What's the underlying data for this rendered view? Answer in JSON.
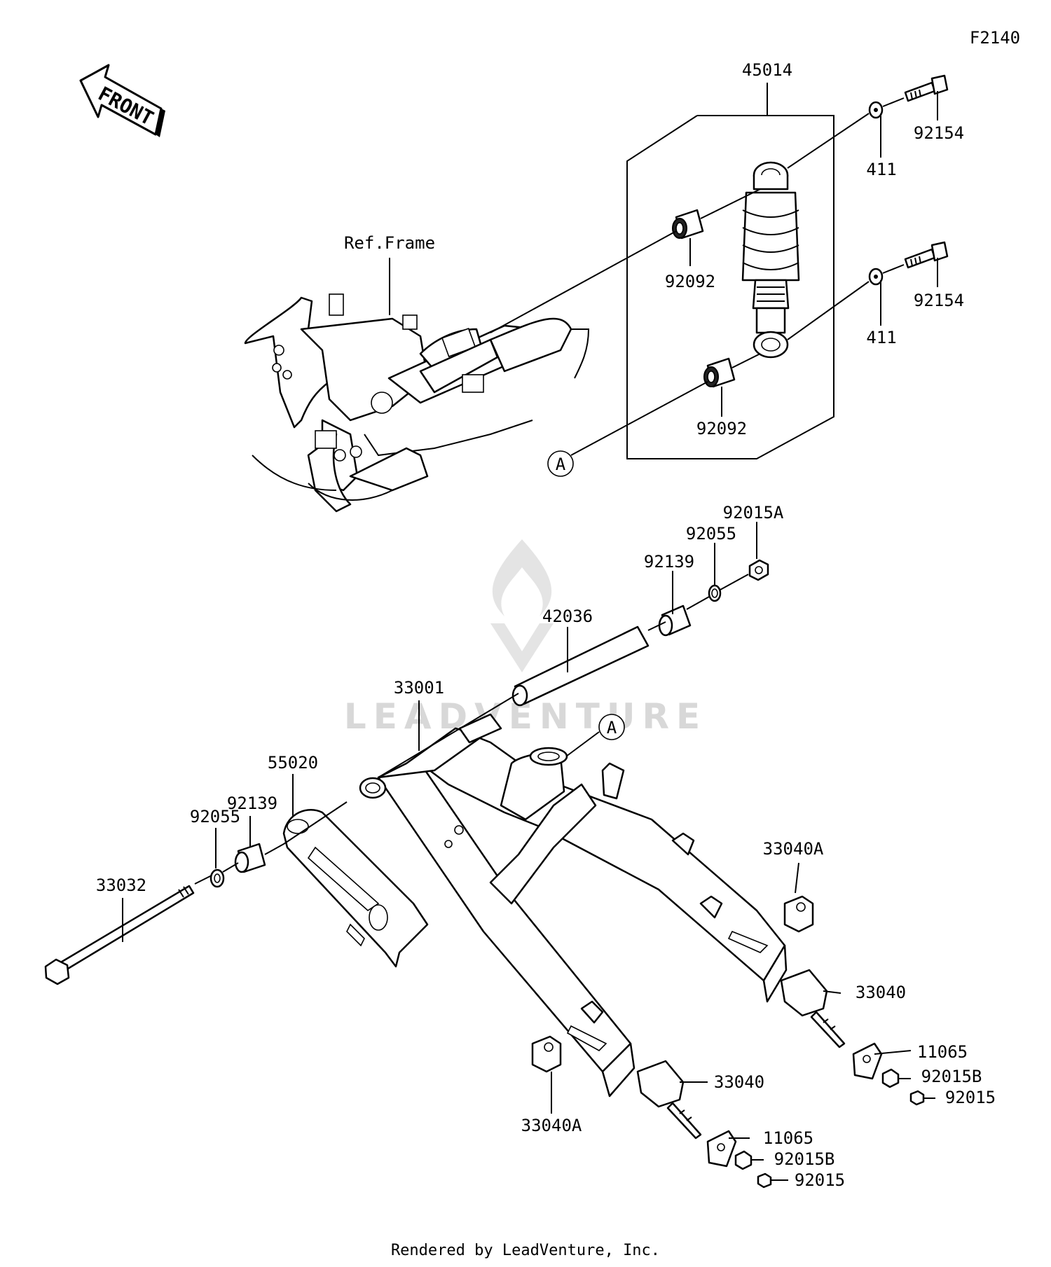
{
  "diagram_id": "F2140",
  "front_label": "FRONT",
  "ref_frame_label": "Ref.Frame",
  "ref_marker": "A",
  "watermark": "LEADVENTURE",
  "footer": "Rendered by LeadVenture, Inc.",
  "callouts": {
    "c45014": "45014",
    "c92154_top": "92154",
    "c411_top": "411",
    "c92092_top": "92092",
    "c92154_bot": "92154",
    "c411_bot": "411",
    "c92092_bot": "92092",
    "c92015A": "92015A",
    "c92055_top": "92055",
    "c92139_top": "92139",
    "c42036": "42036",
    "c33001": "33001",
    "c55020": "55020",
    "c92139_left": "92139",
    "c92055_left": "92055",
    "c33032": "33032",
    "c33040A_right": "33040A",
    "c33040_right": "33040",
    "c11065_right": "11065",
    "c92015B_right": "92015B",
    "c92015_right": "92015",
    "c33040A_left": "33040A",
    "c33040_left": "33040",
    "c11065_left": "11065",
    "c92015B_left": "92015B",
    "c92015_left": "92015"
  }
}
